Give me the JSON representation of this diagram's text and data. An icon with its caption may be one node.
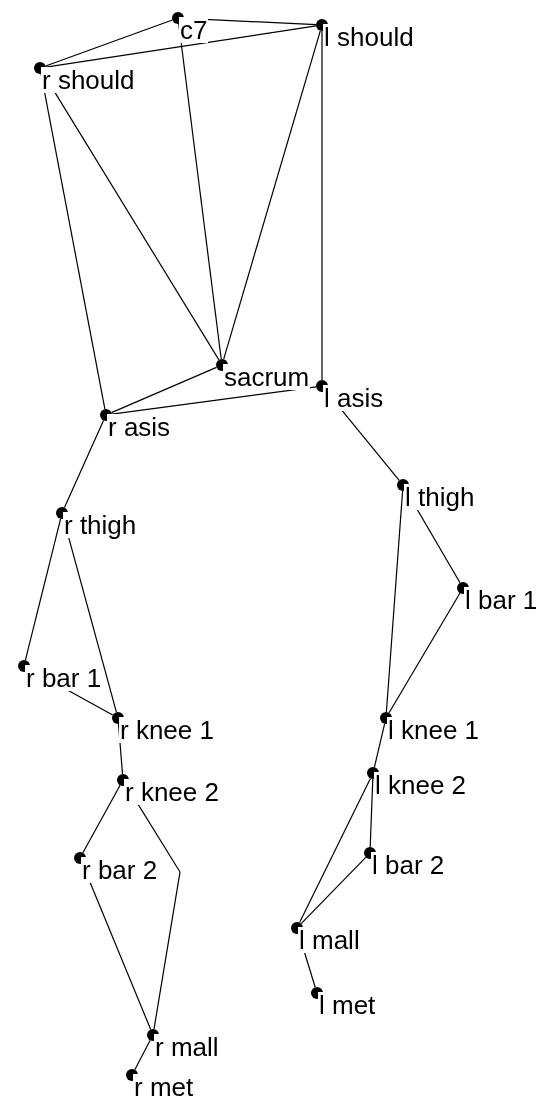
{
  "diagram": {
    "nodes": [
      {
        "text": [
          "c7"
        ]
      },
      {
        "text": [
          "r should"
        ]
      },
      {
        "text": [
          "l should"
        ]
      },
      {
        "text": [
          "sacrum"
        ]
      },
      {
        "text": [
          "l asis"
        ]
      },
      {
        "text": [
          "r asis"
        ]
      },
      {
        "text": [
          "l thigh"
        ]
      },
      {
        "text": [
          "r thigh"
        ]
      },
      {
        "text": [
          "l bar 1"
        ]
      },
      {
        "text": [
          "r bar 1"
        ]
      },
      {
        "text": [
          "r knee 1"
        ]
      },
      {
        "text": [
          "l knee 1"
        ]
      },
      {
        "text": [
          "l knee 2"
        ]
      },
      {
        "text": [
          "r knee 2"
        ]
      },
      {
        "text": [
          "l bar 2"
        ]
      },
      {
        "text": [
          "r bar 2"
        ]
      },
      {
        "text": [
          "l mall"
        ]
      },
      {
        "text": [
          "l met"
        ]
      },
      {
        "text": [
          "r mall"
        ]
      },
      {
        "text": [
          "r met"
        ]
      }
    ],
    "edges": [
      {
        "from": 0,
        "to": 1,
        "arrow": "none"
      },
      {
        "from": 0,
        "to": 2,
        "arrow": "none"
      },
      {
        "from": 1,
        "to": 2,
        "arrow": "none"
      },
      {
        "from": 0,
        "to": 3,
        "arrow": "none"
      },
      {
        "from": 1,
        "to": 3,
        "arrow": "none"
      },
      {
        "from": 2,
        "to": 3,
        "arrow": "none"
      },
      {
        "from": 2,
        "to": 4,
        "arrow": "none"
      },
      {
        "from": 1,
        "to": 5,
        "arrow": "none"
      },
      {
        "from": 5,
        "to": 3,
        "arrow": "none"
      },
      {
        "from": 5,
        "to": 4,
        "arrow": "none"
      },
      {
        "from": 4,
        "to": 6,
        "arrow": "none"
      },
      {
        "from": 5,
        "to": 7,
        "arrow": "none"
      },
      {
        "from": 7,
        "to": 9,
        "arrow": "none"
      },
      {
        "from": 7,
        "to": 10,
        "arrow": "none"
      },
      {
        "from": 9,
        "to": 10,
        "arrow": "none"
      },
      {
        "from": 10,
        "to": 13,
        "arrow": "none"
      },
      {
        "from": 13,
        "to": 15,
        "arrow": "none"
      },
      {
        "from": 13,
        "to": 18,
        "arrow": "none"
      },
      {
        "from": 15,
        "to": 18,
        "arrow": "none"
      },
      {
        "from": 18,
        "to": 19,
        "arrow": "none"
      },
      {
        "from": 6,
        "to": 8,
        "arrow": "none"
      },
      {
        "from": 6,
        "to": 11,
        "arrow": "none"
      },
      {
        "from": 8,
        "to": 11,
        "arrow": "none"
      },
      {
        "from": 11,
        "to": 12,
        "arrow": "none"
      },
      {
        "from": 12,
        "to": 14,
        "arrow": "none"
      },
      {
        "from": 12,
        "to": 16,
        "arrow": "none"
      },
      {
        "from": 14,
        "to": 16,
        "arrow": "none"
      },
      {
        "from": 16,
        "to": 17,
        "arrow": "none"
      }
    ]
  }
}
